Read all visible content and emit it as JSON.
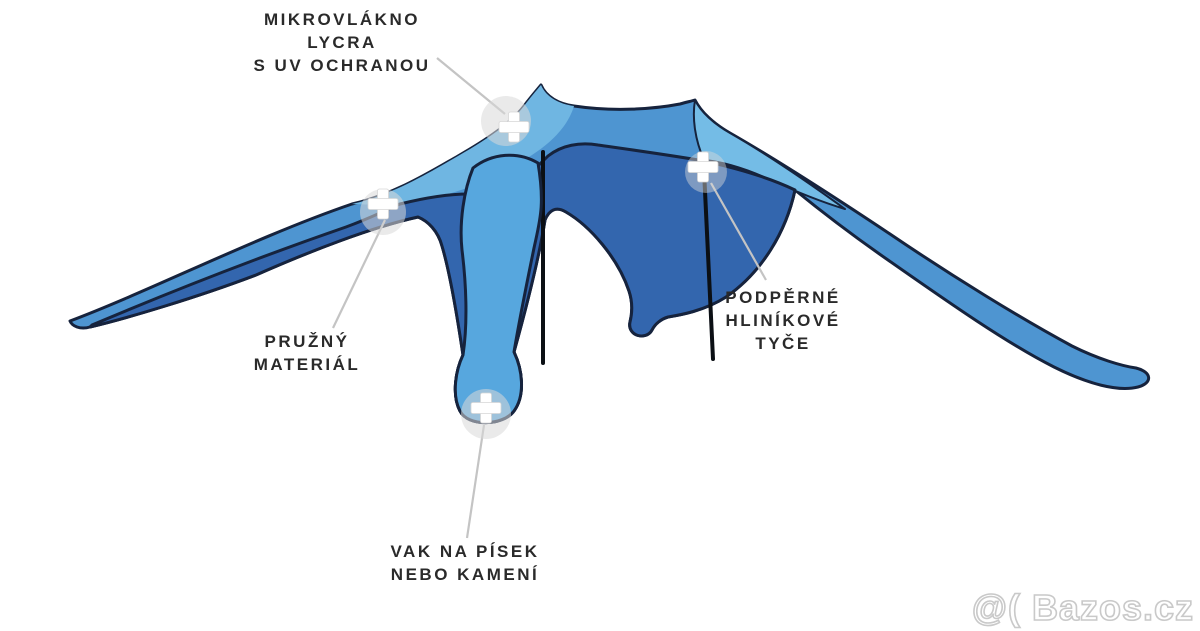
{
  "diagram": {
    "labels": {
      "canopy": {
        "lines": [
          "MIKROVLÁKNO",
          "LYCRA",
          "S UV OCHRANOU"
        ]
      },
      "material": {
        "lines": [
          "PRUŽNÝ",
          "MATERIÁL"
        ]
      },
      "poles": {
        "lines": [
          "PODPĚRNÉ",
          "HLINÍKOVÉ",
          "TYČE"
        ]
      },
      "sandbag": {
        "lines": [
          "VAK NA PÍSEK",
          "NEBO KAMENÍ"
        ]
      }
    },
    "markers": {
      "icon": "plus",
      "count": 4
    },
    "colors": {
      "canopy_light": "#6FB6E2",
      "canopy_medium": "#4E95D1",
      "canopy_dark": "#3366AE",
      "strap_light": "#57A7DE",
      "outline": "#16233D",
      "pole": "#0B0F14",
      "marker_fill": "#FFFFFF",
      "halo": "#D9D9D9",
      "leader_line": "#C4C4C4",
      "label_text": "#2A2A2A",
      "watermark_outline": "#C9C9C9"
    }
  },
  "watermark": {
    "text": "@( Bazos.cz"
  }
}
